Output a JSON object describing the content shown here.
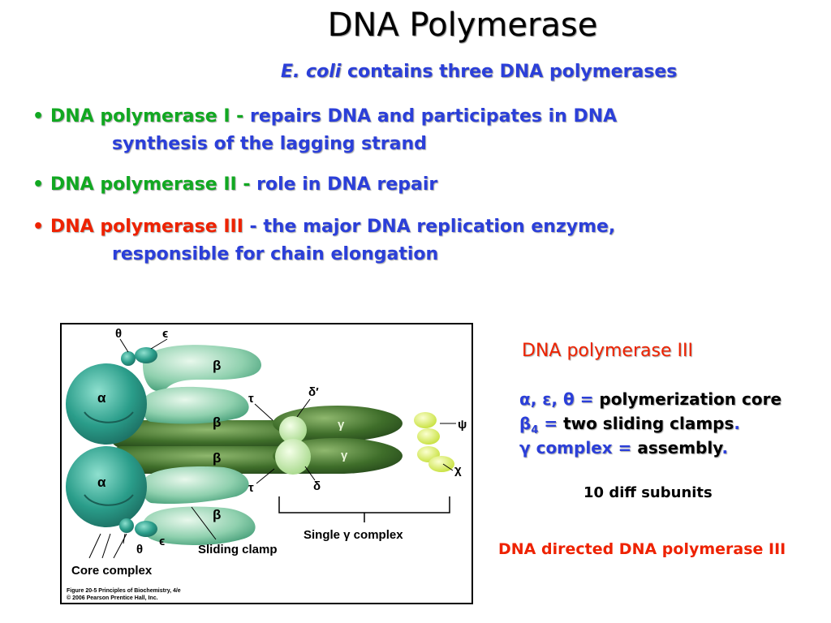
{
  "title": "DNA Polymerase",
  "subtitle": {
    "italic": "E. coli",
    "rest": " contains three DNA polymerases"
  },
  "bullets": [
    {
      "marker": "•",
      "name": "DNA polymerase I",
      "separator": " - ",
      "line1": "repairs DNA and participates in DNA",
      "line2": "synthesis of the lagging strand"
    },
    {
      "marker": "•",
      "name": "DNA polymerase II",
      "separator": " - ",
      "line1": "role in DNA repair"
    },
    {
      "marker": "•",
      "name": "DNA polymerase III",
      "separator": " - ",
      "line1": "the major DNA replication enzyme,",
      "line2": "responsible for chain elongation"
    }
  ],
  "figure": {
    "labels": {
      "theta_top": "θ",
      "epsilon_top": "ϵ",
      "beta_top": "β",
      "alpha_top": "α",
      "beta_mid_top": "β",
      "tau_top": "τ",
      "delta_prime": "δ′",
      "gamma_top": "γ",
      "psi": "ψ",
      "beta_mid_bottom": "β",
      "gamma_bottom": "γ",
      "chi": "χ",
      "alpha_bottom": "α",
      "tau_bottom": "τ",
      "delta": "δ",
      "beta_bottom": "β",
      "theta_bottom": "θ",
      "epsilon_bottom": "ϵ",
      "single_gamma_complex": "Single γ complex",
      "sliding_clamp": "Sliding clamp",
      "core_complex": "Core complex",
      "caption1": "Figure 20-5 Principles of Biochemistry, 4/e",
      "caption2": "© 2006 Pearson Prentice Hall, Inc."
    },
    "colors": {
      "core": "#2a9d8a",
      "clamp": "#7fc9a8",
      "gamma": "#3f6e2a",
      "delta": "#bfe8a6",
      "psi_chi": "#d6ee5c"
    }
  },
  "right": {
    "heading": "DNA polymerase III",
    "legend": [
      {
        "sym": "α, ε, θ = ",
        "txt": "polymerization core"
      },
      {
        "sym": "β",
        "sub": "4",
        "sym2": " = ",
        "txt": "two sliding clamps",
        "tail": "."
      },
      {
        "sym": "γ complex = ",
        "txt": "assembly",
        "tail": "."
      }
    ],
    "subunits": "10 diff subunits",
    "directed": "DNA directed DNA polymerase III"
  },
  "colors": {
    "blue": "#2b3fd9",
    "green": "#11a821",
    "red": "#ee2200"
  }
}
